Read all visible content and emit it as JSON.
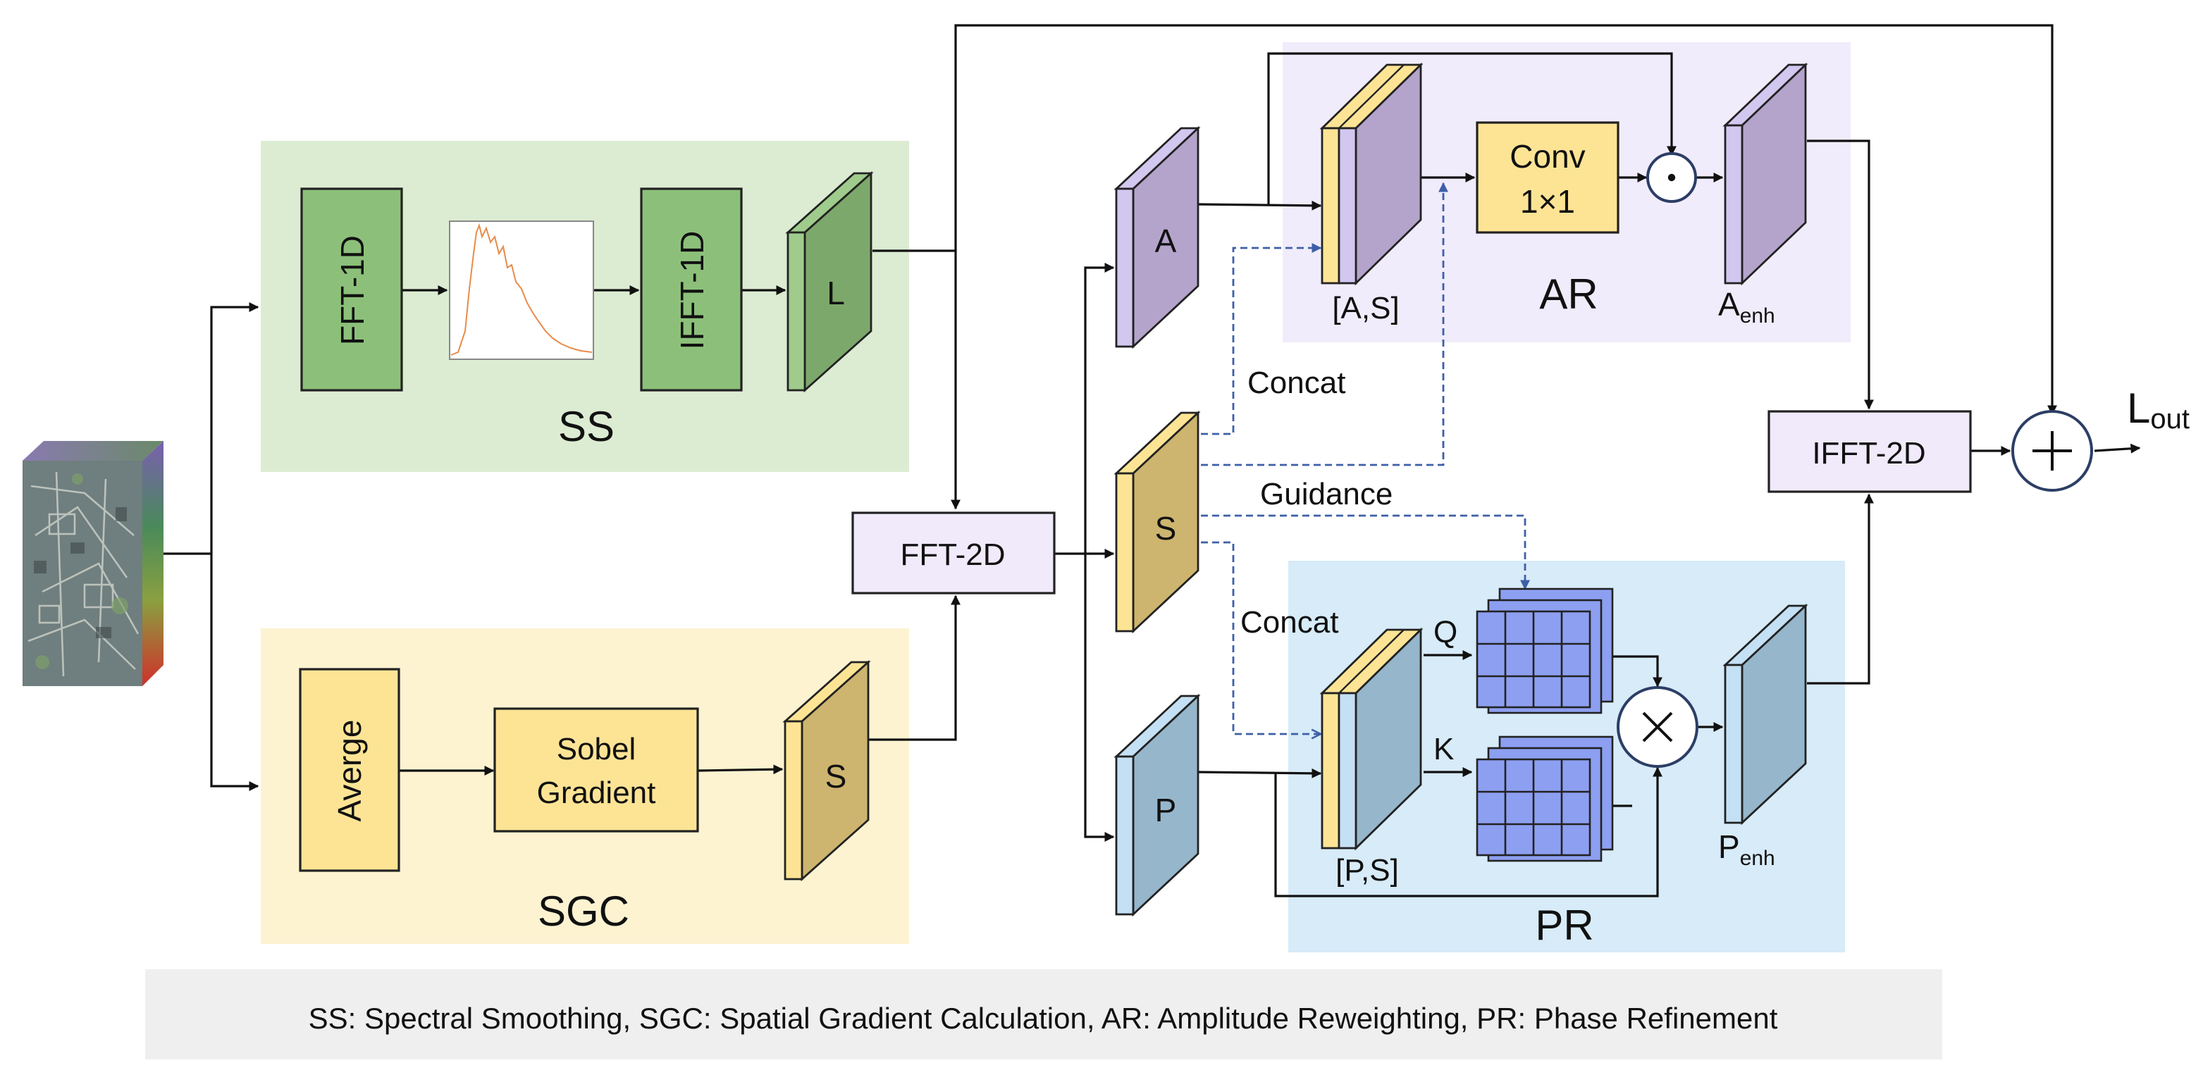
{
  "colors": {
    "ss_region": "#dcecd2",
    "sgc_region": "#fdf3d1",
    "ar_region": "#f1ecfb",
    "pr_region": "#d7ebf8",
    "legend_bar": "#efefef",
    "fft_green": "#8cc07a",
    "avg_yellow": "#fde495",
    "fft2d_purple": "#f0eafb",
    "feature_purple": "#b4a4cb",
    "feature_tan": "#cdb56f",
    "feature_yellow": "#fde495",
    "feature_blue": "#96b6cb",
    "grid_blue": "#8d9ff0",
    "guidance_dash": "#3e5fa8",
    "spectrum_line": "#e88b4a"
  },
  "icons": {
    "input": "hyperspectral-cube-icon",
    "spectrum": "spectrum-plot-icon",
    "hadamard": "circle-dot-icon",
    "multiply": "circle-times-icon",
    "add": "circle-plus-icon"
  },
  "ss": {
    "region_label": "SS",
    "fft1d": "FFT-1D",
    "ifft1d": "IFFT-1D",
    "output": "L"
  },
  "sgc": {
    "region_label": "SGC",
    "average": "Averge",
    "sobel_line1": "Sobel",
    "sobel_line2": "Gradient",
    "output": "S"
  },
  "fft2d": "FFT-2D",
  "components": {
    "a": "A",
    "s": "S",
    "p": "P"
  },
  "ar": {
    "region_label": "AR",
    "concat_label": "[A,S]",
    "conv_line1": "Conv",
    "conv_line2": "1×1",
    "out_base": "A",
    "out_sub": "enh"
  },
  "pr": {
    "region_label": "PR",
    "concat_label": "[P,S]",
    "q": "Q",
    "k": "K",
    "out_base": "P",
    "out_sub": "enh"
  },
  "annotations": {
    "concat_top": "Concat",
    "guidance": "Guidance",
    "concat_bottom": "Concat"
  },
  "ifft2d": "IFFT-2D",
  "output": {
    "base": "L",
    "sub": "out"
  },
  "legend": "SS: Spectral Smoothing, SGC: Spatial Gradient Calculation, AR: Amplitude Reweighting, PR: Phase Refinement"
}
